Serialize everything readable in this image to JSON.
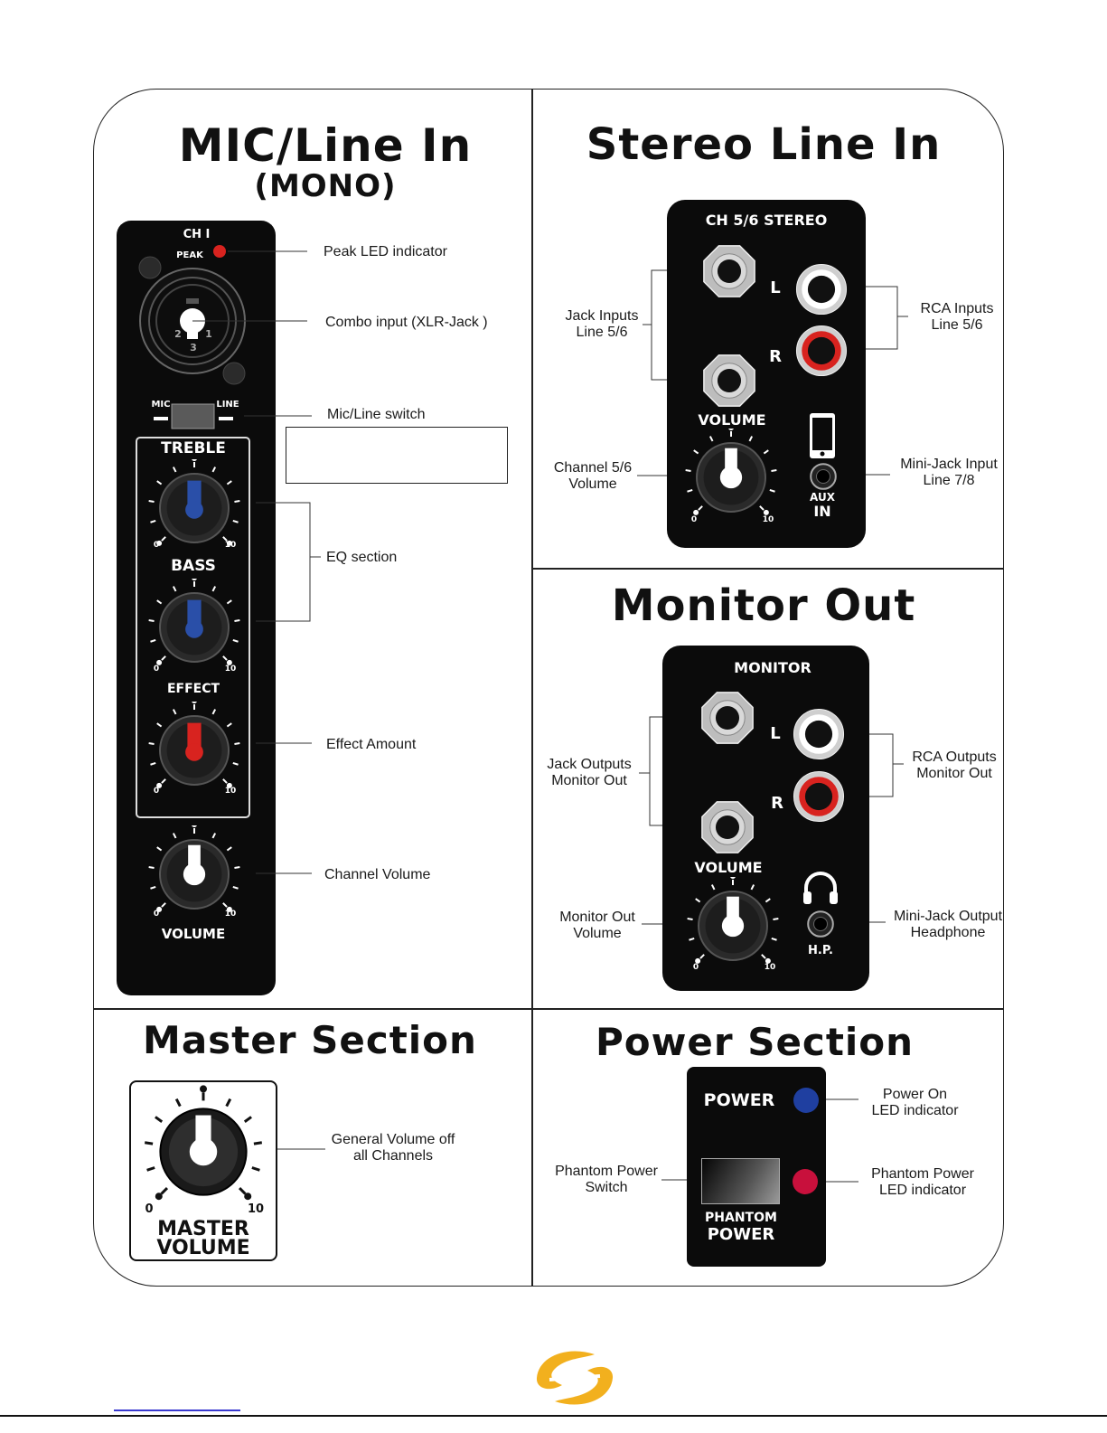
{
  "sections": {
    "mic_line": {
      "title": "MIC/Line In",
      "subtitle": "(MONO)",
      "panel": {
        "channel": "CH I",
        "peak": "PEAK",
        "xlr_pins": [
          "2",
          "1",
          "3"
        ],
        "switch_left": "MIC",
        "switch_right": "LINE",
        "treble": "TREBLE",
        "bass": "BASS",
        "effect": "EFFECT",
        "volume": "VOLUME",
        "scale_min": "0",
        "scale_max": "10"
      },
      "callouts": {
        "peak_led": "Peak LED indicator",
        "combo": "Combo input (XLR-Jack )",
        "switch": "Mic/Line switch",
        "eq": "EQ section",
        "effect": "Effect Amount",
        "volume": "Channel Volume"
      }
    },
    "stereo": {
      "title": "Stereo Line In",
      "panel": {
        "header": "CH 5/6 STEREO",
        "left": "L",
        "right": "R",
        "volume": "VOLUME",
        "aux_top": "AUX",
        "aux_bottom": "IN",
        "scale_min": "0",
        "scale_max": "10"
      },
      "callouts": {
        "jack_line1": "Jack Inputs",
        "jack_line2": "Line 5/6",
        "rca_line1": "RCA Inputs",
        "rca_line2": "Line 5/6",
        "vol_line1": "Channel 5/6",
        "vol_line2": "Volume",
        "mini_line1": "Mini-Jack Input",
        "mini_line2": "Line 7/8"
      }
    },
    "monitor": {
      "title": "Monitor Out",
      "panel": {
        "header": "MONITOR",
        "left": "L",
        "right": "R",
        "volume": "VOLUME",
        "hp": "H.P.",
        "scale_min": "0",
        "scale_max": "10"
      },
      "callouts": {
        "jack_line1": "Jack Outputs",
        "jack_line2": "Monitor Out",
        "rca_line1": "RCA Outputs",
        "rca_line2": "Monitor Out",
        "vol_line1": "Monitor Out",
        "vol_line2": "Volume",
        "mini_line1": "Mini-Jack Output",
        "mini_line2": "Headphone"
      }
    },
    "master": {
      "title": "Master Section",
      "panel": {
        "line1": "MASTER",
        "line2": "VOLUME",
        "scale_min": "0",
        "scale_max": "10"
      },
      "callouts": {
        "line1": "General Volume off",
        "line2": "all Channels"
      }
    },
    "power": {
      "title": "Power Section",
      "panel": {
        "power": "POWER",
        "phantom1": "PHANTOM",
        "phantom2": "POWER"
      },
      "callouts": {
        "on_line1": "Power On",
        "on_line2": "LED indicator",
        "ph_sw_line1": "Phantom Power",
        "ph_sw_line2": "Switch",
        "ph_led_line1": "Phantom Power",
        "ph_led_line2": "LED indicator"
      }
    }
  },
  "colors": {
    "panel": "#0b0b0b",
    "peak_led": "#d8231f",
    "treble_bass_pointer": "#2a4fa8",
    "effect_pointer": "#d8231f",
    "power_led": "#1f3fa0",
    "phantom_led": "#c8103c",
    "logo": "#f2b01e"
  },
  "icons": [
    "smartphone-icon",
    "headphones-icon",
    "brand-logo-icon"
  ]
}
